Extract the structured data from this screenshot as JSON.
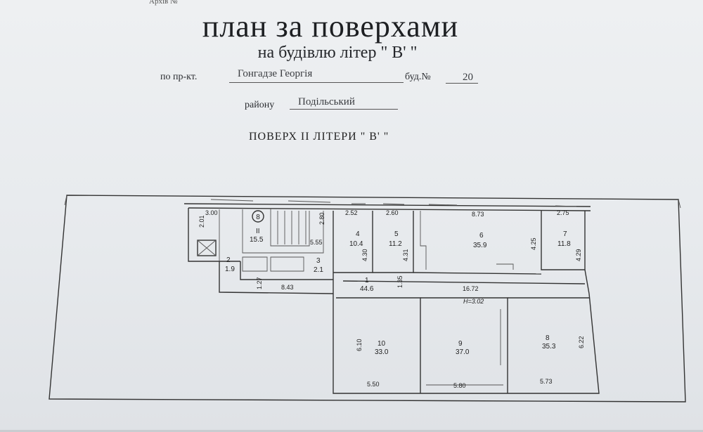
{
  "header": {
    "mark": "Архів №",
    "title": "план за поверхами",
    "subtitle": "на будівлю літер \" В' \"",
    "street_label": "по пр-кт.",
    "street_value": "Гонгадзе Георгія",
    "building_label": "буд.№",
    "building_value": "20",
    "district_label": "району",
    "district_value": "Подільський",
    "floor_title": "ПОВЕРХ II ЛІТЕРИ \" В' \""
  },
  "plan": {
    "rooms": [
      {
        "num": "1",
        "area": "44.6"
      },
      {
        "num": "2",
        "area": "1.9"
      },
      {
        "num": "3",
        "area": "2.1"
      },
      {
        "num": "4",
        "area": "10.4"
      },
      {
        "num": "5",
        "area": "11.2"
      },
      {
        "num": "6",
        "area": "35.9"
      },
      {
        "num": "7",
        "area": "11.8"
      },
      {
        "num": "8",
        "area": "35.3"
      },
      {
        "num": "9",
        "area": "37.0"
      },
      {
        "num": "10",
        "area": "33.0"
      },
      {
        "num": "II",
        "area": "15.5"
      }
    ],
    "stair_marker": "8",
    "height_note": "H=3.02",
    "dims": {
      "d300": "3.00",
      "d201": "2.01",
      "d280": "2.80",
      "d555": "5.55",
      "d252": "2.52",
      "d430": "4.30",
      "d260": "2.60",
      "d431": "4.31",
      "d873": "8.73",
      "d425": "4.25",
      "d275": "2.75",
      "d429": "4.29",
      "d127": "1.27",
      "d843": "8.43",
      "d135": "1.35",
      "d1672": "16.72",
      "d610": "6.10",
      "d550": "5.50",
      "d580": "5.80",
      "d573": "5.73",
      "d622": "6.22"
    }
  }
}
